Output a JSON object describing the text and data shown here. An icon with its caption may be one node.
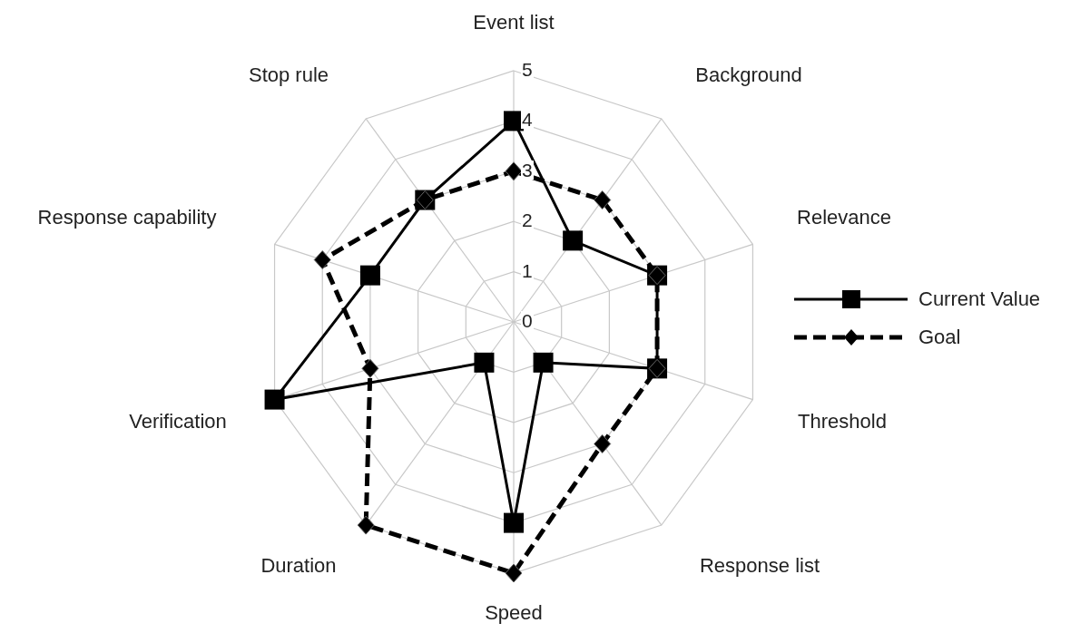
{
  "diagram": {
    "chart_data": {
      "type": "radar",
      "categories": [
        "Event list",
        "Background",
        "Relevance",
        "Threshold",
        "Response list",
        "Speed",
        "Duration",
        "Verification",
        "Response capability",
        "Stop rule"
      ],
      "yticks": [
        0,
        1,
        2,
        3,
        4,
        5
      ],
      "ylim": [
        0,
        5
      ],
      "series": [
        {
          "name": "Current Value",
          "color": "#000000",
          "values": [
            4,
            2,
            3,
            3,
            1,
            4,
            1,
            5,
            3,
            3
          ]
        },
        {
          "name": "Goal",
          "color": "#000000",
          "values": [
            3,
            3,
            3,
            3,
            3,
            5,
            5,
            3,
            4,
            3
          ]
        }
      ]
    }
  }
}
